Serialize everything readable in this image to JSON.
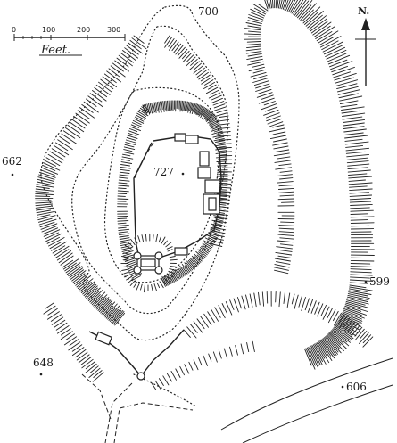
{
  "map": {
    "scale": {
      "ticks": [
        "0",
        "100",
        "200",
        "300"
      ],
      "unit": "Feet."
    },
    "north": {
      "label": "N."
    },
    "spot_heights": [
      {
        "id": "h700",
        "label": "700"
      },
      {
        "id": "h727",
        "label": "727"
      },
      {
        "id": "h662",
        "label": "662"
      },
      {
        "id": "h599",
        "label": "599"
      },
      {
        "id": "h648",
        "label": "648"
      },
      {
        "id": "h606",
        "label": "606"
      }
    ]
  }
}
